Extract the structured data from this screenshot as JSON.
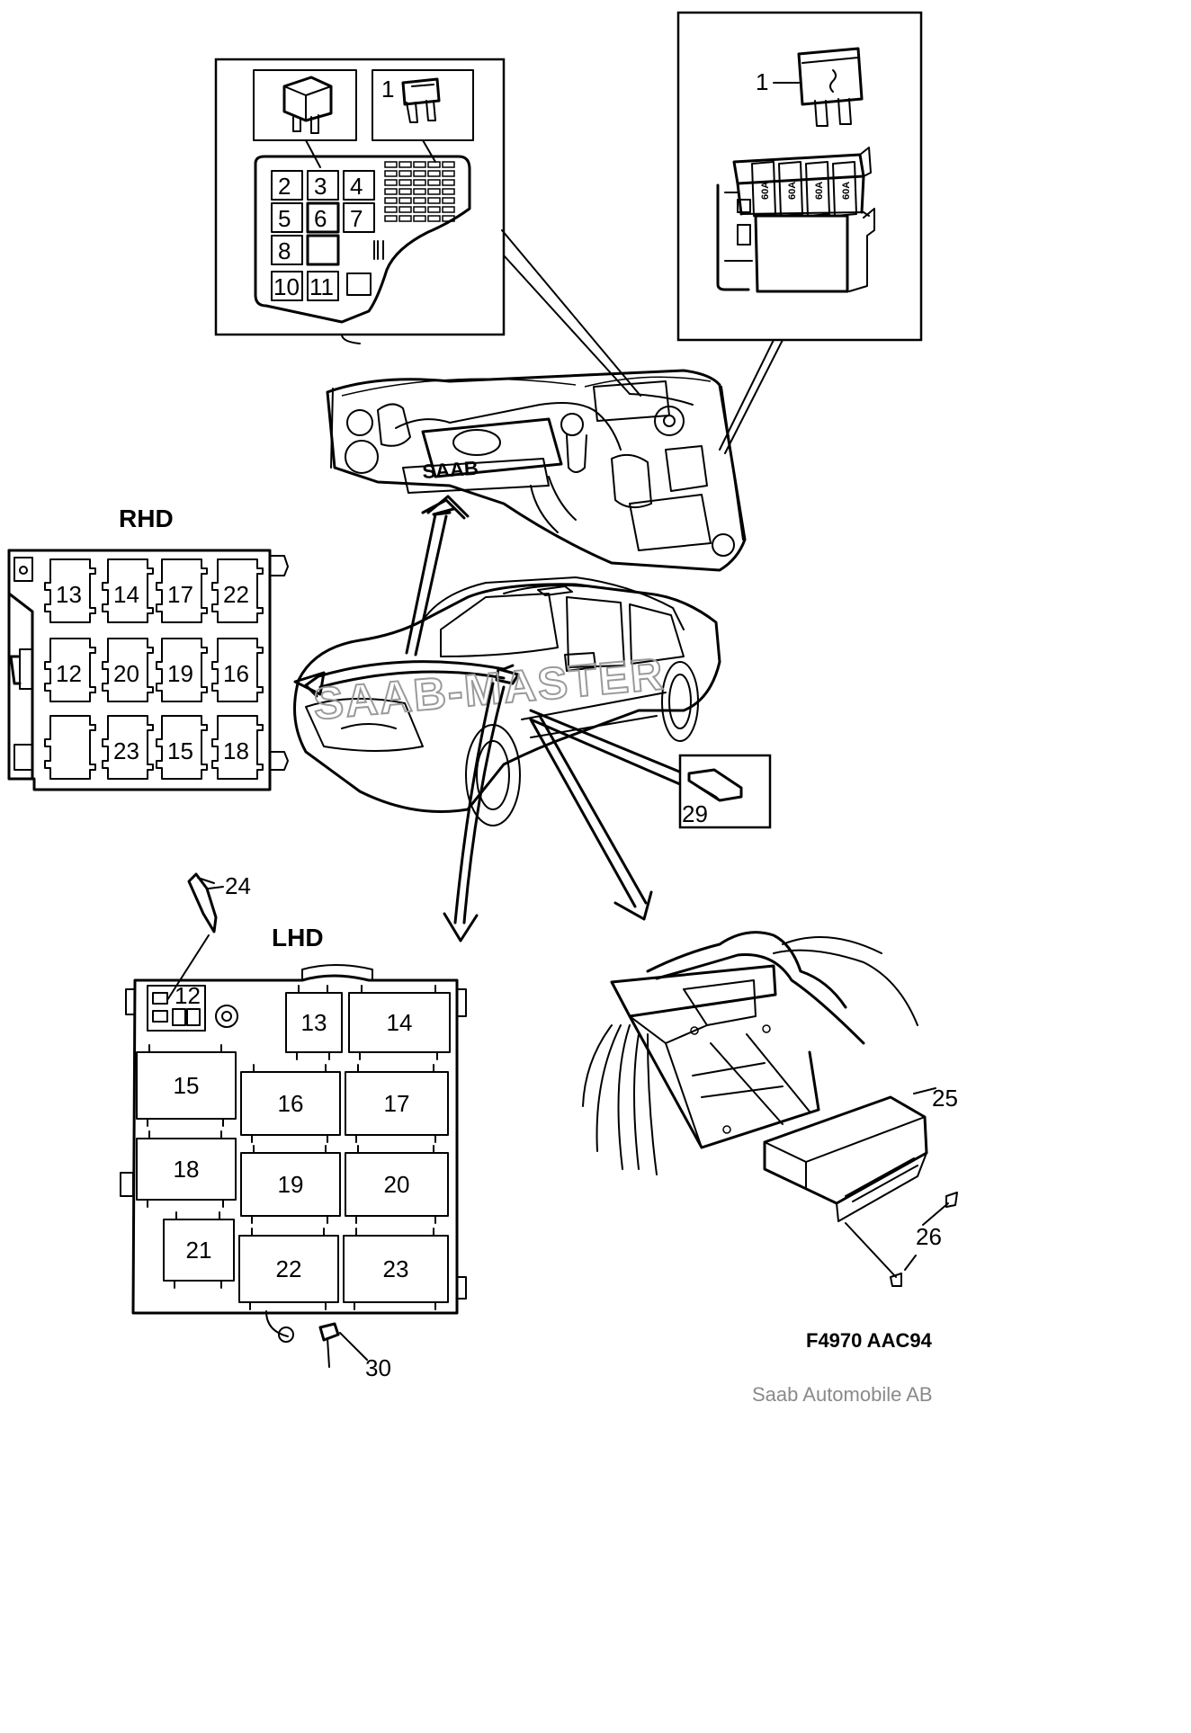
{
  "labels": {
    "rhd": "RHD",
    "lhd": "LHD",
    "figure_code": "F4970 AAC94",
    "copyright": "Saab Automobile AB",
    "watermark": "SAAB-MASTER",
    "engine_logo": "SAAB"
  },
  "engine_fusebox_slots": [
    "2",
    "3",
    "4",
    "5",
    "6",
    "7",
    "8",
    "10",
    "11"
  ],
  "maxi_fuse_ratings": [
    "60A",
    "60A",
    "60A",
    "60A"
  ],
  "rhd_slots": [
    "13",
    "14",
    "17",
    "22",
    "12",
    "20",
    "19",
    "16",
    "23",
    "15",
    "18"
  ],
  "lhd_slots": [
    "12",
    "13",
    "14",
    "15",
    "16",
    "17",
    "18",
    "19",
    "20",
    "21",
    "22",
    "23"
  ],
  "callouts": {
    "fuse_left": "1",
    "fuse_right": "1",
    "switch": "29",
    "clip": "24",
    "control_unit": "25",
    "screw_unit": "26",
    "screw_box": "30"
  }
}
